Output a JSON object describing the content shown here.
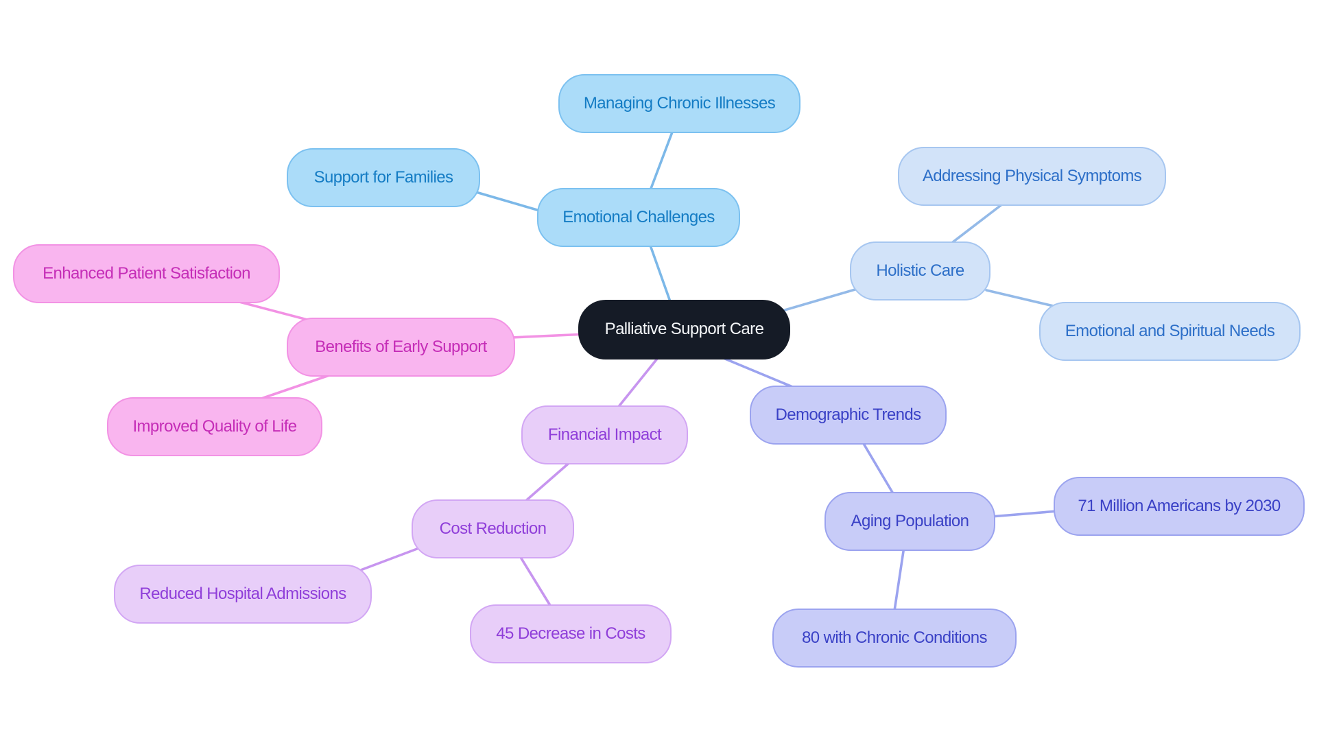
{
  "diagram": {
    "type": "mindmap",
    "background": "#ffffff",
    "root": {
      "label": "Palliative Support Care",
      "fill": "#151B26",
      "text_color": "#F4F6F8"
    },
    "branches": [
      {
        "label": "Emotional Challenges",
        "fill": "#ABDCF9",
        "border": "#7CC1F0",
        "text_color": "#147CC4",
        "edge_color": "#7CB8E8",
        "children": [
          {
            "label": "Managing Chronic Illnesses",
            "children": []
          },
          {
            "label": "Support for Families",
            "children": []
          }
        ]
      },
      {
        "label": "Holistic Care",
        "fill": "#D2E3F9",
        "border": "#A6C6F0",
        "text_color": "#2D6FC8",
        "edge_color": "#94BAE8",
        "children": [
          {
            "label": "Addressing Physical Symptoms",
            "children": []
          },
          {
            "label": "Emotional and Spiritual Needs",
            "children": []
          }
        ]
      },
      {
        "label": "Demographic Trends",
        "fill": "#C8CCF8",
        "border": "#9BA3EF",
        "text_color": "#3A41C6",
        "edge_color": "#9BA3EF",
        "children": [
          {
            "label": "Aging Population",
            "children": [
              {
                "label": "71 Million Americans by 2030",
                "children": []
              },
              {
                "label": "80 with Chronic Conditions",
                "children": []
              }
            ]
          }
        ]
      },
      {
        "label": "Financial Impact",
        "fill": "#E8CEF9",
        "border": "#D2A6F4",
        "text_color": "#8F3ED9",
        "edge_color": "#C795EF",
        "children": [
          {
            "label": "Cost Reduction",
            "children": [
              {
                "label": "Reduced Hospital Admissions",
                "children": []
              },
              {
                "label": "45 Decrease in Costs",
                "children": []
              }
            ]
          }
        ]
      },
      {
        "label": "Benefits of Early Support",
        "fill": "#F9B5EF",
        "border": "#F292E4",
        "text_color": "#C52DB7",
        "edge_color": "#F292E4",
        "children": [
          {
            "label": "Enhanced Patient Satisfaction",
            "children": []
          },
          {
            "label": "Improved Quality of Life",
            "children": []
          }
        ]
      }
    ]
  }
}
